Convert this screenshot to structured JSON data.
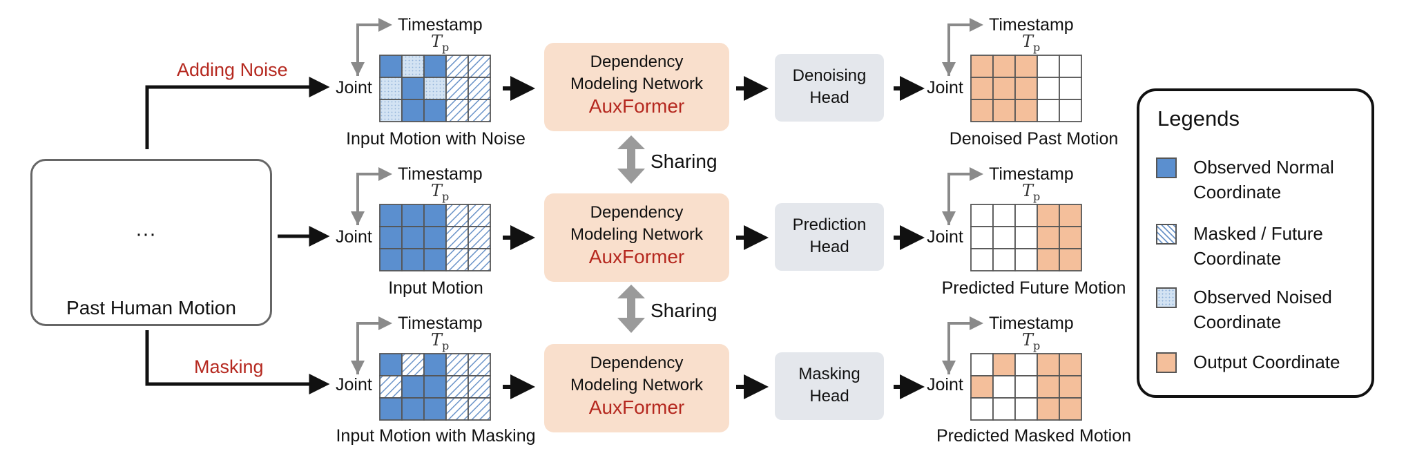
{
  "input_block": {
    "caption": "Past Human Motion",
    "ellipsis": "···"
  },
  "branches": {
    "noise_label": "Adding Noise",
    "mask_label": "Masking"
  },
  "axes": {
    "timestamp": "Timestamp",
    "joint": "Joint",
    "tp_symbol": "T",
    "tp_sub": "p"
  },
  "rows": [
    {
      "input_caption": "Input Motion with Noise",
      "network_line1": "Dependency",
      "network_line2": "Modeling Network",
      "network_name": "AuxFormer",
      "head_line1": "Denoising",
      "head_line2": "Head",
      "output_caption": "Denoised Past Motion",
      "input_grid": [
        [
          "normal",
          "noised",
          "normal",
          "masked",
          "masked"
        ],
        [
          "noised",
          "normal",
          "noised",
          "masked",
          "masked"
        ],
        [
          "noised",
          "normal",
          "normal",
          "masked",
          "masked"
        ]
      ],
      "output_grid": [
        [
          "output",
          "output",
          "output",
          "empty",
          "empty"
        ],
        [
          "output",
          "output",
          "output",
          "empty",
          "empty"
        ],
        [
          "output",
          "output",
          "output",
          "empty",
          "empty"
        ]
      ]
    },
    {
      "input_caption": "Input Motion",
      "network_line1": "Dependency",
      "network_line2": "Modeling Network",
      "network_name": "AuxFormer",
      "head_line1": "Prediction",
      "head_line2": "Head",
      "output_caption": "Predicted Future Motion",
      "input_grid": [
        [
          "normal",
          "normal",
          "normal",
          "masked",
          "masked"
        ],
        [
          "normal",
          "normal",
          "normal",
          "masked",
          "masked"
        ],
        [
          "normal",
          "normal",
          "normal",
          "masked",
          "masked"
        ]
      ],
      "output_grid": [
        [
          "empty",
          "empty",
          "empty",
          "output",
          "output"
        ],
        [
          "empty",
          "empty",
          "empty",
          "output",
          "output"
        ],
        [
          "empty",
          "empty",
          "empty",
          "output",
          "output"
        ]
      ]
    },
    {
      "input_caption": "Input Motion with Masking",
      "network_line1": "Dependency",
      "network_line2": "Modeling Network",
      "network_name": "AuxFormer",
      "head_line1": "Masking",
      "head_line2": "Head",
      "output_caption": "Predicted Masked Motion",
      "input_grid": [
        [
          "normal",
          "masked",
          "normal",
          "masked",
          "masked"
        ],
        [
          "masked",
          "normal",
          "normal",
          "masked",
          "masked"
        ],
        [
          "normal",
          "normal",
          "normal",
          "masked",
          "masked"
        ]
      ],
      "output_grid": [
        [
          "empty",
          "output",
          "empty",
          "output",
          "output"
        ],
        [
          "output",
          "empty",
          "empty",
          "output",
          "output"
        ],
        [
          "empty",
          "empty",
          "empty",
          "output",
          "output"
        ]
      ]
    }
  ],
  "sharing_label": "Sharing",
  "legend": {
    "title": "Legends",
    "items": [
      {
        "kind": "normal",
        "line1": "Observed Normal",
        "line2": "Coordinate"
      },
      {
        "kind": "masked",
        "line1": "Masked / Future",
        "line2": "Coordinate"
      },
      {
        "kind": "noised",
        "line1": "Observed Noised",
        "line2": "Coordinate"
      },
      {
        "kind": "output",
        "line1": "Output Coordinate",
        "line2": ""
      }
    ]
  },
  "colors": {
    "normal": "#5b8fcf",
    "noised": "#c9dcef",
    "masked_stripe": "#6a93c8",
    "output": "#f4bf9b",
    "arrow": "#111111",
    "gray_arrow": "#9a9a9a",
    "joint": "#4a88c9",
    "bone": "#666666"
  }
}
